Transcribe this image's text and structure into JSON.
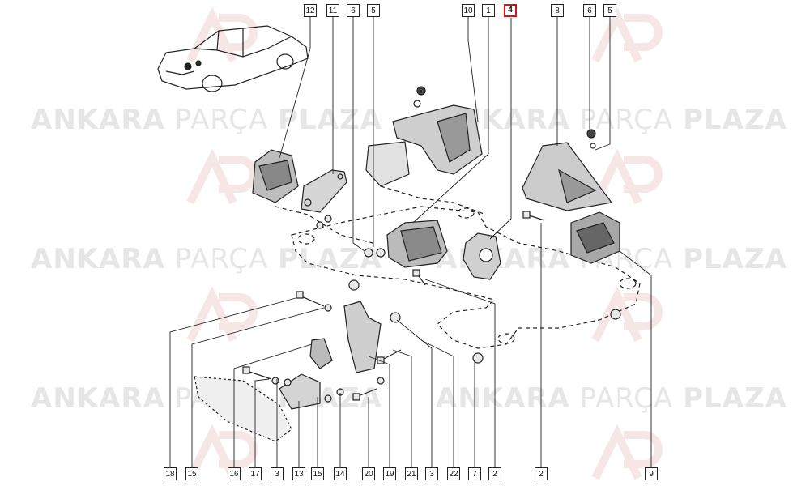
{
  "watermark": {
    "w1": "ANKARA",
    "w2": "PARÇA",
    "w3": "PLAZA"
  },
  "callouts_top": [
    "12",
    "11",
    "6",
    "5",
    "10",
    "1",
    "4",
    "8",
    "6",
    "5"
  ],
  "callouts_bottom": [
    "18",
    "15",
    "16",
    "17",
    "3",
    "13",
    "15",
    "14",
    "20",
    "19",
    "21",
    "3",
    "22",
    "7",
    "2",
    "2",
    "9"
  ],
  "highlighted_part": "4",
  "colors": {
    "line": "#222222",
    "highlight": "#e01010",
    "watermark": "#e6e6e6"
  }
}
